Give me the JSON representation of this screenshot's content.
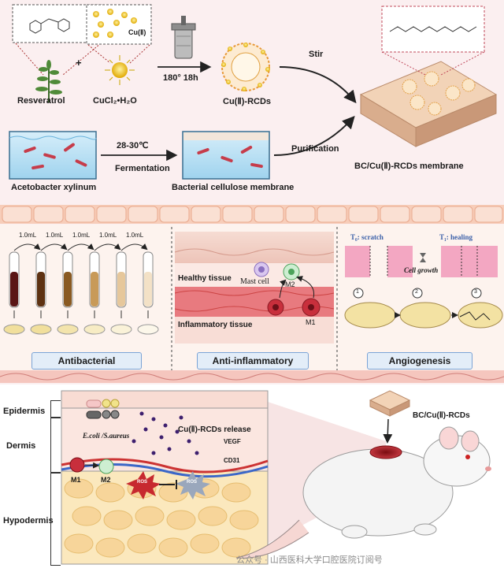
{
  "synthesis": {
    "resveratrol": "Resveratrol",
    "cucl2": "CuCl₂•H₂O",
    "cu_ion": "Cu(Ⅱ)",
    "plus": "+",
    "condition": "180° 18h",
    "cu_rcds": "Cu(Ⅱ)-RCDs",
    "stir": "Stir",
    "temperature": "28-30℃",
    "fermentation": "Fermentation",
    "acetobacter": "Acetobacter xylinum",
    "bc_membrane": "Bacterial cellulose membrane",
    "purification": "Purification",
    "composite": "BC/Cu(Ⅱ)-RCDs  membrane"
  },
  "antibacterial": {
    "volumes": [
      "1.0mL",
      "1.0mL",
      "1.0mL",
      "1.0mL",
      "1.0mL"
    ]
  },
  "inflammation": {
    "healthy": "Healthy tissue",
    "mast_cell": "Mast cell",
    "m2": "M2",
    "inflamed": "Inflammatory tissue",
    "m1": "M1"
  },
  "angiogenesis": {
    "t0": "T₀: scratch",
    "t1": "T₁: healing",
    "growth": "Cell growth",
    "steps": [
      "1",
      "2",
      "3"
    ]
  },
  "panels": {
    "antibacterial": "Antibacterial",
    "anti_inflammatory": "Anti-inflammatory",
    "angiogenesis": "Angiogenesis"
  },
  "wound": {
    "layers": [
      "Epidermis",
      "Dermis",
      "Hypodermis"
    ],
    "bacteria": "E.coli /S.aureus",
    "release": "Cu(Ⅱ)-RCDs release",
    "vegf": "VEGF",
    "cd31": "CD31",
    "m1": "M1",
    "m2": "M2",
    "ros": "ROS",
    "ros_scavenged": "ROS",
    "membrane": "BC/Cu(Ⅱ)-RCDs"
  },
  "watermark": "公众号 · 山西医科大学口腔医院订阅号"
}
